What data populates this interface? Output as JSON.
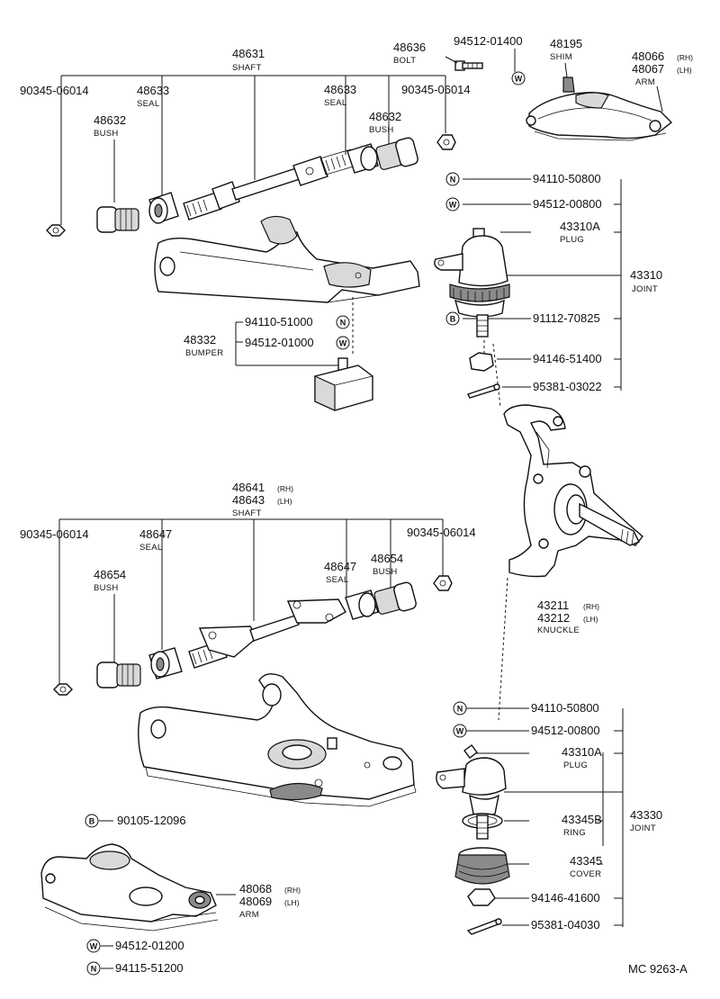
{
  "diagram_code": "MC 9263-A",
  "upper_arm_group": {
    "shaft": {
      "number": "48631",
      "name": "SHAFT"
    },
    "nut_left": {
      "number": "90345-06014"
    },
    "nut_right": {
      "number": "90345-06014"
    },
    "seal_left": {
      "number": "48633",
      "name": "SEAL"
    },
    "seal_right": {
      "number": "48633",
      "name": "SEAL"
    },
    "bush_left": {
      "number": "48632",
      "name": "BUSH"
    },
    "bush_right": {
      "number": "48632",
      "name": "BUSH"
    },
    "bolt": {
      "number": "48636",
      "name": "BOLT"
    },
    "washer": {
      "number": "94512-01400"
    },
    "shim": {
      "number": "48195",
      "name": "SHIM"
    },
    "arm": {
      "number_rh": "48066",
      "number_lh": "48067",
      "rh": "(RH)",
      "lh": "(LH)",
      "name": "ARM"
    },
    "bumper": {
      "number": "48332",
      "name": "BUMPER",
      "nut": "94110-51000",
      "washer": "94512-01000"
    }
  },
  "upper_joint_group": {
    "nut": "94110-50800",
    "washer": "94512-00800",
    "plug": {
      "number": "43310A",
      "name": "PLUG"
    },
    "joint": {
      "number": "43310",
      "name": "JOINT"
    },
    "bolt": "91112-70825",
    "castle_nut": "94146-51400",
    "cotter_pin": "95381-03022"
  },
  "knuckle": {
    "number_rh": "43211",
    "number_lh": "43212",
    "rh": "(RH)",
    "lh": "(LH)",
    "name": "KNUCKLE"
  },
  "lower_arm_group": {
    "shaft": {
      "number_rh": "48641",
      "number_lh": "48643",
      "rh": "(RH)",
      "lh": "(LH)",
      "name": "SHAFT"
    },
    "nut_left": {
      "number": "90345-06014"
    },
    "nut_right": {
      "number": "90345-06014"
    },
    "seal_left": {
      "number": "48647",
      "name": "SEAL"
    },
    "seal_right": {
      "number": "48647",
      "name": "SEAL"
    },
    "bush_left": {
      "number": "48654",
      "name": "BUSH"
    },
    "bush_right": {
      "number": "48654",
      "name": "BUSH"
    },
    "arm": {
      "number_rh": "48068",
      "number_lh": "48069",
      "rh": "(RH)",
      "lh": "(LH)",
      "name": "ARM"
    },
    "bolt": "90105-12096",
    "washer": "94512-01200",
    "nut": "94115-51200"
  },
  "lower_joint_group": {
    "nut": "94110-50800",
    "washer": "94512-00800",
    "plug": {
      "number": "43310A",
      "name": "PLUG"
    },
    "joint": {
      "number": "43330",
      "name": "JOINT"
    },
    "ring": {
      "number": "43345B",
      "name": "RING"
    },
    "cover": {
      "number": "43345",
      "name": "COVER"
    },
    "castle_nut": "94146-41600",
    "cotter_pin": "95381-04030"
  },
  "badges": {
    "n": "N",
    "w": "W",
    "b": "B"
  }
}
